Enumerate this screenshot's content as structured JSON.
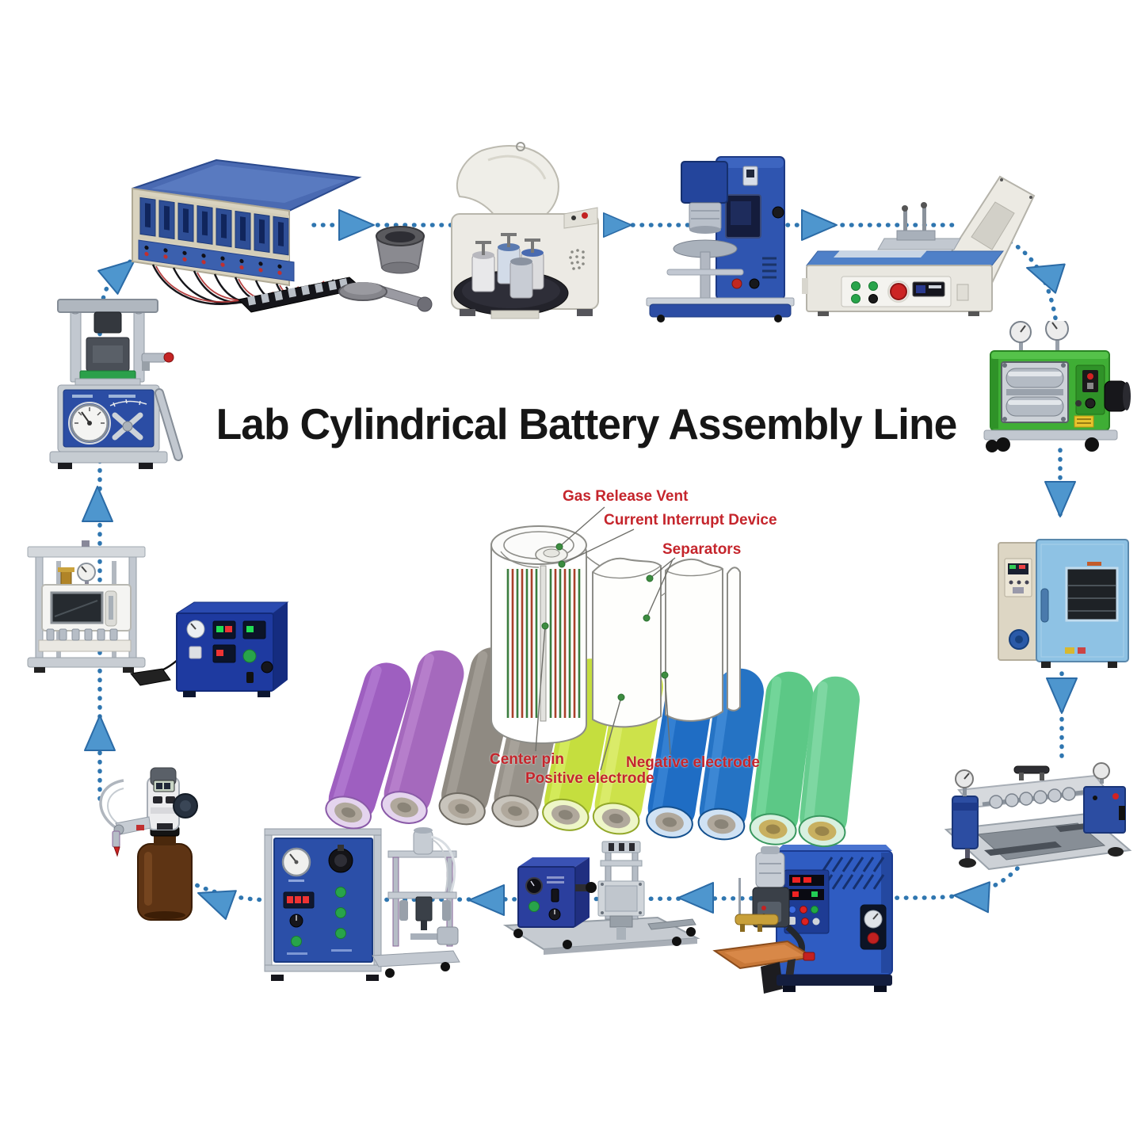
{
  "title": "Lab Cylindrical Battery Assembly Line",
  "battery_labels": {
    "gas_release_vent": "Gas Release Vent",
    "current_interrupt_device": "Current Interrupt Device",
    "separators": "Separators",
    "center_pin": "Center pin",
    "positive_electrode": "Positive electrode",
    "negative_electrode": "Negative electrode"
  },
  "machines": [
    {
      "id": "battery-analyzer",
      "name": "8-channel battery analyzer with cell holders"
    },
    {
      "id": "planetary-ball-mill",
      "name": "planetary ball mill with milling jar accessories"
    },
    {
      "id": "vacuum-mixer",
      "name": "vacuum slurry mixer"
    },
    {
      "id": "film-coater",
      "name": "film coating machine with drying cover"
    },
    {
      "id": "rolling-press",
      "name": "electrode rolling press (green calender)"
    },
    {
      "id": "drying-oven",
      "name": "drying oven"
    },
    {
      "id": "slitting-machine",
      "name": "electrode slitting machine"
    },
    {
      "id": "spot-welder",
      "name": "spot welding machine"
    },
    {
      "id": "winding-machine",
      "name": "electrode winding machine"
    },
    {
      "id": "electrolyte-filling-machine",
      "name": "electrolyte filling / grooving machine"
    },
    {
      "id": "electrolyte-dispenser",
      "name": "bottle-top electrolyte dispenser"
    },
    {
      "id": "vacuum-sealing-chamber",
      "name": "vacuum chamber with control box"
    },
    {
      "id": "crimping-machine",
      "name": "hydraulic crimping machine"
    }
  ],
  "flow": [
    {
      "from": "battery-analyzer",
      "to": "planetary-ball-mill"
    },
    {
      "from": "planetary-ball-mill",
      "to": "vacuum-mixer"
    },
    {
      "from": "vacuum-mixer",
      "to": "film-coater"
    },
    {
      "from": "film-coater",
      "to": "rolling-press"
    },
    {
      "from": "rolling-press",
      "to": "drying-oven"
    },
    {
      "from": "drying-oven",
      "to": "slitting-machine"
    },
    {
      "from": "slitting-machine",
      "to": "spot-welder"
    },
    {
      "from": "spot-welder",
      "to": "winding-machine"
    },
    {
      "from": "winding-machine",
      "to": "electrolyte-filling-machine"
    },
    {
      "from": "electrolyte-filling-machine",
      "to": "electrolyte-dispenser"
    },
    {
      "from": "electrolyte-dispenser",
      "to": "vacuum-sealing-chamber"
    },
    {
      "from": "vacuum-sealing-chamber",
      "to": "crimping-machine"
    },
    {
      "from": "crimping-machine",
      "to": "battery-analyzer"
    }
  ],
  "colors": {
    "arrow_dots": "#2f76b0",
    "arrow_head": "#4e96ce",
    "label_red": "#c5252c",
    "title_text": "#161616",
    "battery_cell_colors": [
      "#9e5fc0",
      "#8f8a82",
      "#c5de3e",
      "#1f6dc4",
      "#5cc886"
    ]
  }
}
